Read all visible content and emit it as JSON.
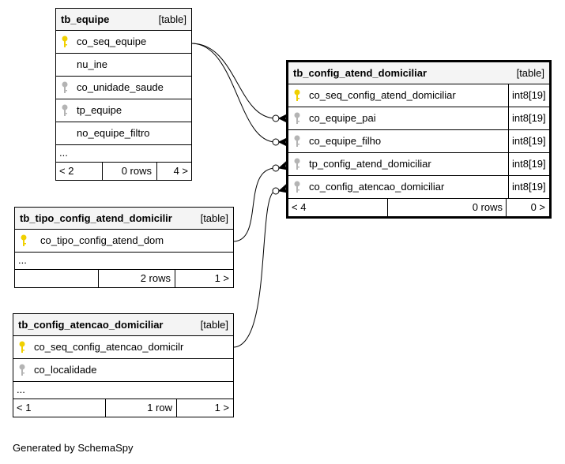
{
  "tables": {
    "equipe": {
      "name": "tb_equipe",
      "type": "[table]",
      "columns": [
        {
          "name": "co_seq_equipe",
          "key": "primary"
        },
        {
          "name": "nu_ine",
          "key": "none"
        },
        {
          "name": "co_unidade_saude",
          "key": "foreign"
        },
        {
          "name": "tp_equipe",
          "key": "foreign"
        },
        {
          "name": "no_equipe_filtro",
          "key": "none"
        }
      ],
      "ellipsis": "...",
      "footer": {
        "parents": "< 2",
        "rows": "0 rows",
        "children": "4 >"
      }
    },
    "config_atend": {
      "name": "tb_config_atend_domiciliar",
      "type": "[table]",
      "columns": [
        {
          "name": "co_seq_config_atend_domiciliar",
          "key": "primary",
          "type": "int8[19]"
        },
        {
          "name": "co_equipe_pai",
          "key": "foreign",
          "type": "int8[19]"
        },
        {
          "name": "co_equipe_filho",
          "key": "foreign",
          "type": "int8[19]"
        },
        {
          "name": "tp_config_atend_domiciliar",
          "key": "foreign",
          "type": "int8[19]"
        },
        {
          "name": "co_config_atencao_domiciliar",
          "key": "foreign",
          "type": "int8[19]"
        }
      ],
      "footer": {
        "parents": "< 4",
        "rows": "0 rows",
        "children": "0 >"
      }
    },
    "tipo_config": {
      "name": "tb_tipo_config_atend_domicilir",
      "type": "[table]",
      "columns": [
        {
          "name": "co_tipo_config_atend_dom",
          "key": "primary"
        }
      ],
      "ellipsis": "...",
      "footer": {
        "parents": "",
        "rows": "2 rows",
        "children": "1 >"
      }
    },
    "config_atencao": {
      "name": "tb_config_atencao_domiciliar",
      "type": "[table]",
      "columns": [
        {
          "name": "co_seq_config_atencao_domicilr",
          "key": "primary"
        },
        {
          "name": "co_localidade",
          "key": "foreign"
        }
      ],
      "ellipsis": "...",
      "footer": {
        "parents": "< 1",
        "rows": "1 row",
        "children": "1 >"
      }
    }
  },
  "key_colors": {
    "primary": "#f0d000",
    "foreign": "#b4b4b4"
  },
  "credit": "Generated by SchemaSpy"
}
